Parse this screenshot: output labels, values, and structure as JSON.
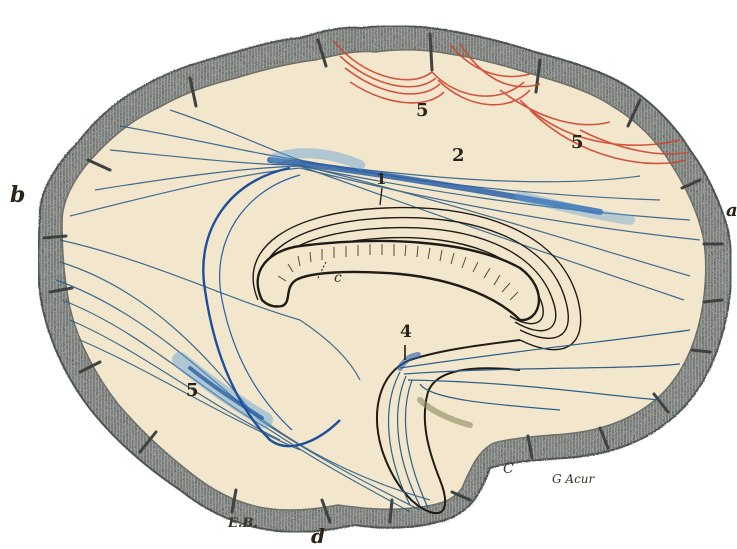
{
  "labels": {
    "b": "b",
    "a": "a",
    "c": "c",
    "d": "d",
    "C_lower": "C",
    "num_1": "1",
    "num_2": "2",
    "num_3_top": "5",
    "num_3_right": "5",
    "num_3_left": "5",
    "num_4": "4",
    "signature_left": "E.B.",
    "signature_right": "G Acur"
  },
  "colors": {
    "background": "#ffffff",
    "brain_fill": "#f2e6cc",
    "cortex_gray": "#8c8f8b",
    "cortex_dark": "#4f5553",
    "fiber_blue": "#2b5fa8",
    "fiber_blue_light": "#5f9fd6",
    "fiber_teal": "#3d6f80",
    "fiber_red": "#d0452f",
    "line_dark": "#1f1b16"
  },
  "icons": {
    "brain_section": "brain-hemisphere-illustration"
  }
}
